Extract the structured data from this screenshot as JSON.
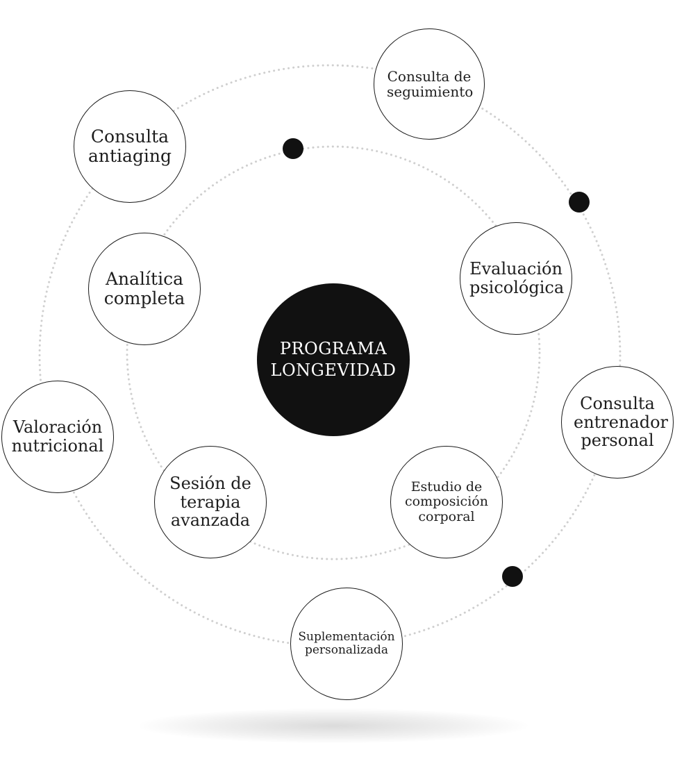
{
  "center": {
    "line1": "PROGRAMA",
    "line2": "LONGEVIDAD"
  },
  "nodes": {
    "consulta_seguimiento": "Consulta de seguimiento",
    "consulta_antiaging": "Consulta antiaging",
    "analitica_completa": "Analítica completa",
    "evaluacion_psicologica": "Evaluación psicológica",
    "consulta_entrenador": "Consulta entrenador personal",
    "valoracion_nutricional": "Valoración nutricional",
    "sesion_terapia": "Sesión de terapia avanzada",
    "estudio_composicion": "Estudio de composición corporal",
    "suplementacion": "Suplementación personalizada"
  },
  "colors": {
    "center_fill": "#111111",
    "orbit": "#cfcfcf",
    "node_border": "#1a1a1a"
  }
}
